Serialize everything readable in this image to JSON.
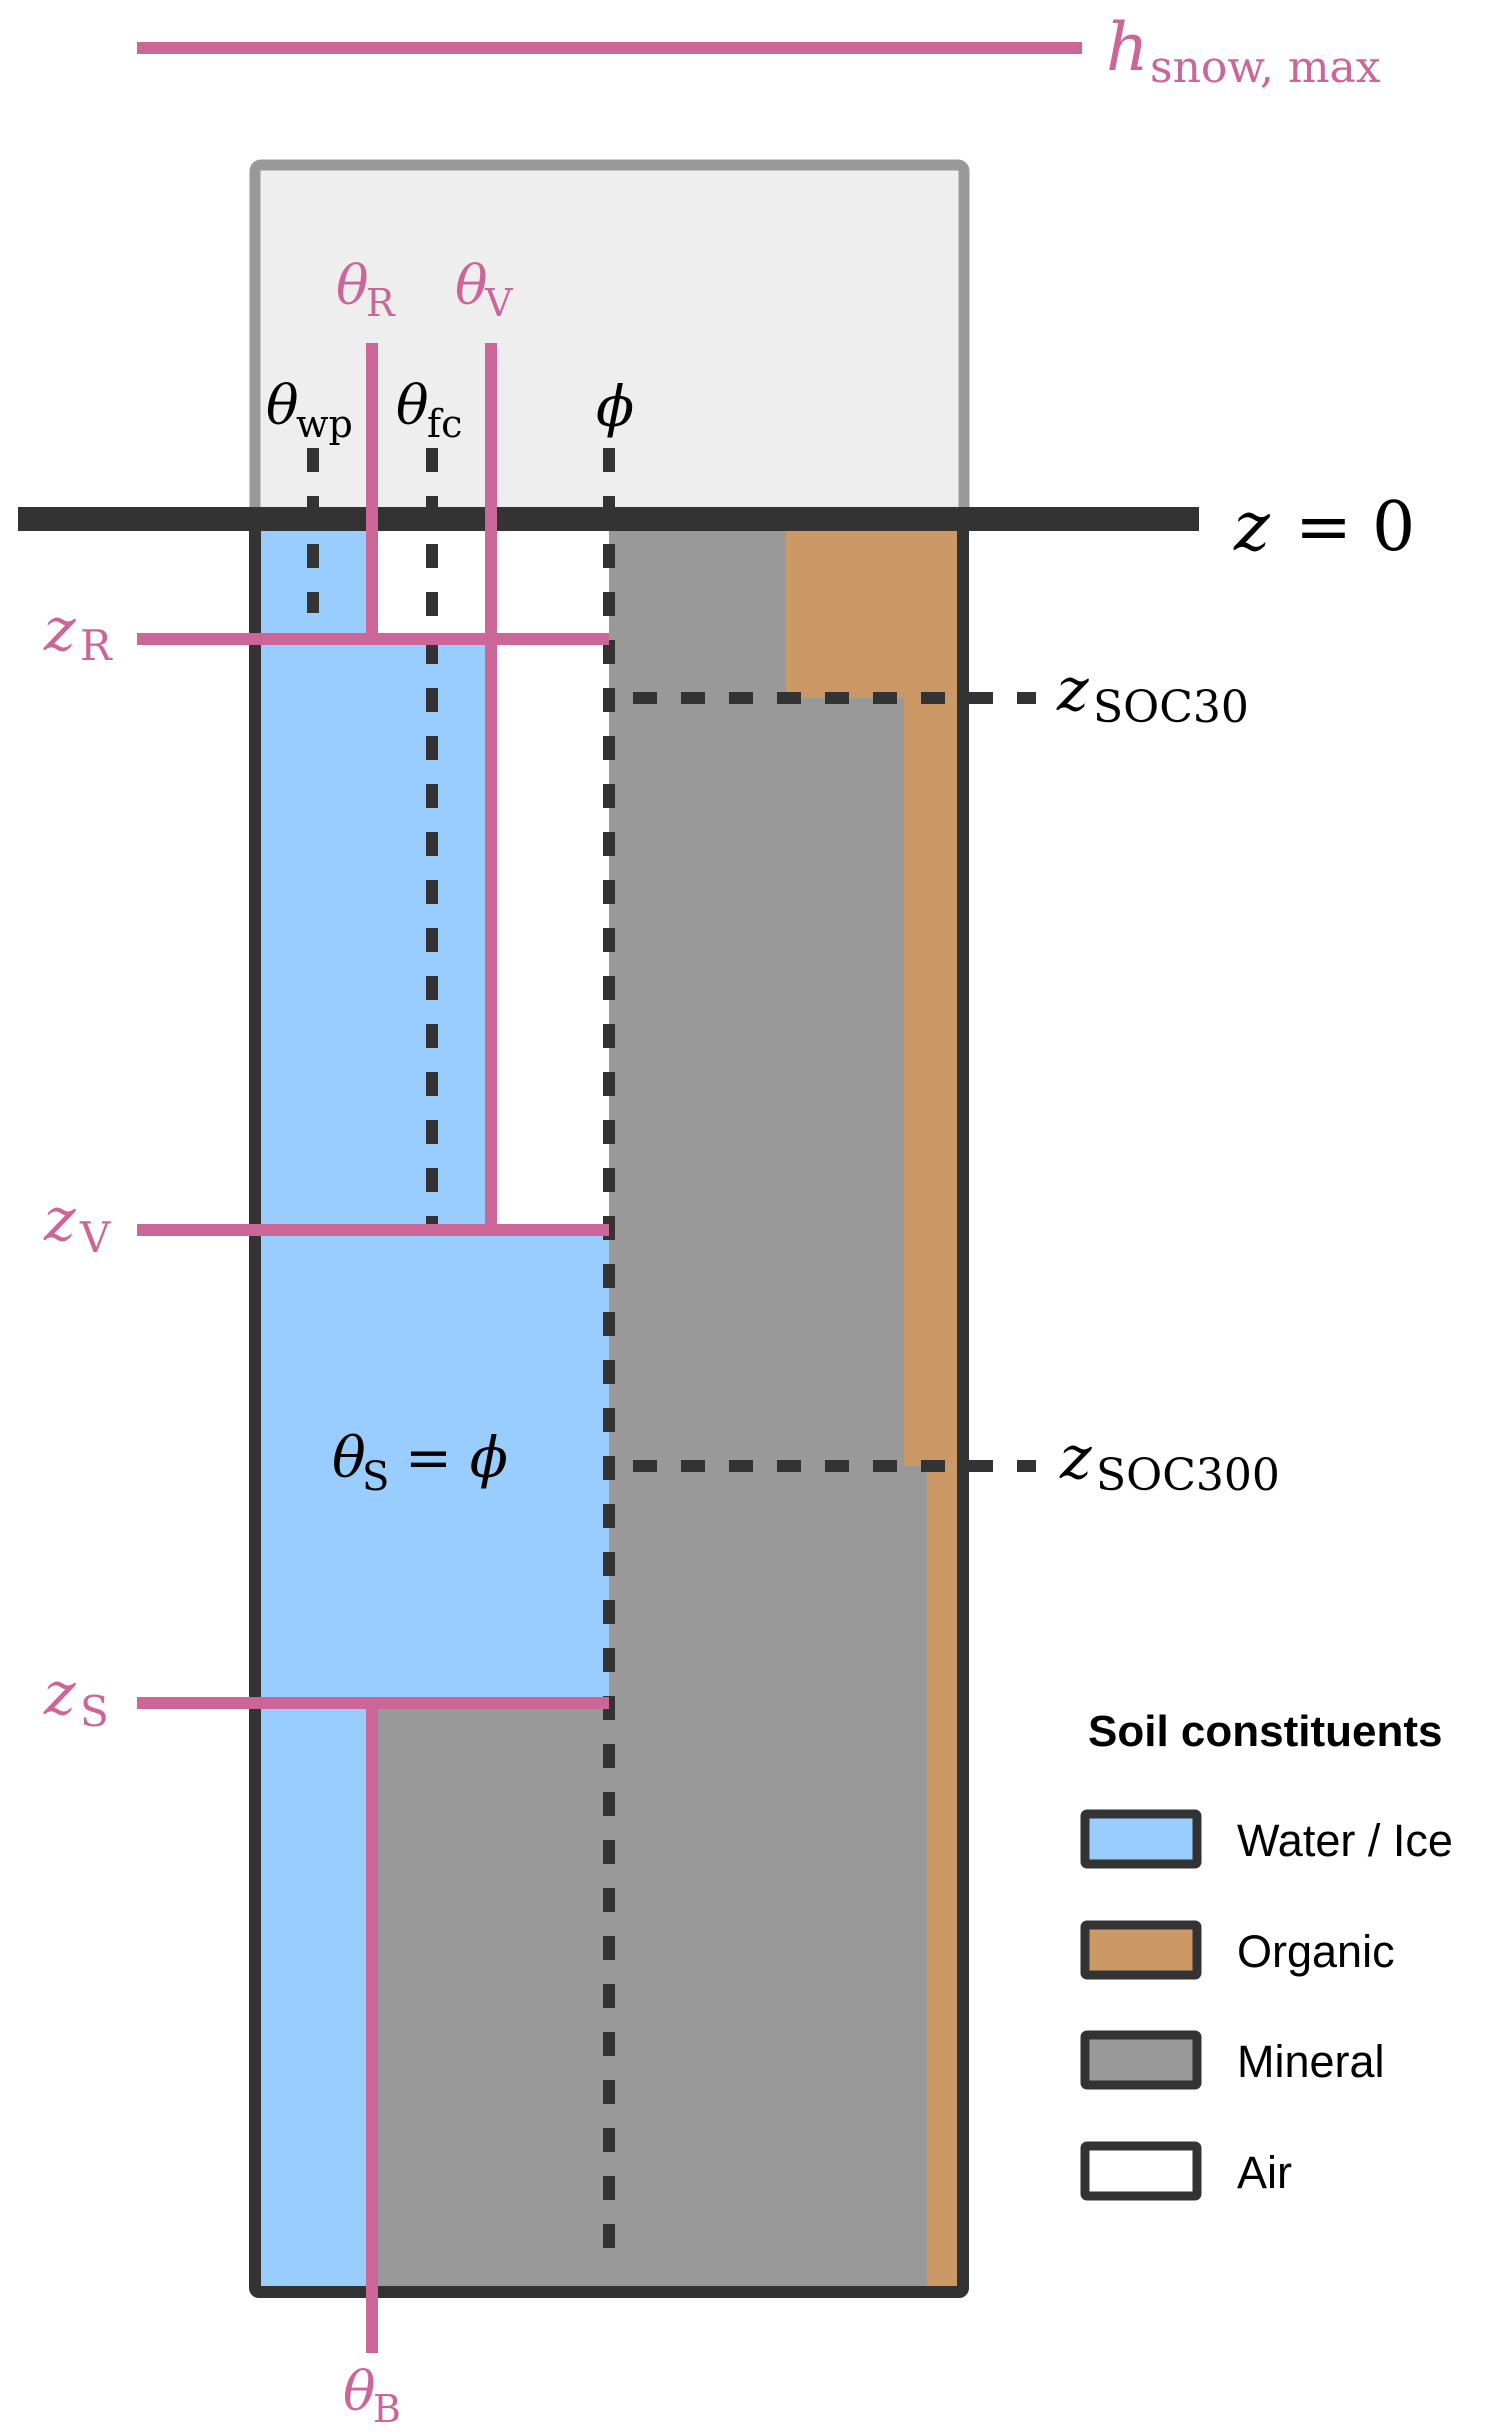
{
  "diagram": {
    "title": "Soil column schematic with water-content thresholds",
    "colors": {
      "water_ice": "#99CCFF",
      "organic": "#CC9966",
      "mineral": "#999999",
      "air": "#FFFFFF",
      "snow": "#EEEEEE",
      "snow_border": "#999999",
      "outline": "#333333",
      "parameter_pink": "#CC6699"
    },
    "labels": {
      "snow_max": {
        "base": "h",
        "sub": "snow, max"
      },
      "surface": {
        "text": "z = 0",
        "var": "z",
        "eq": "=",
        "value": "0"
      },
      "theta_R": {
        "base": "θ",
        "sub": "R"
      },
      "theta_V": {
        "base": "θ",
        "sub": "V"
      },
      "theta_wp": {
        "base": "θ",
        "sub": "wp"
      },
      "theta_fc": {
        "base": "θ",
        "sub": "fc"
      },
      "phi": {
        "base": "ϕ"
      },
      "theta_B": {
        "base": "θ",
        "sub": "B"
      },
      "theta_S_eq_phi": {
        "base": "θ",
        "sub": "S",
        "rest": "= ϕ"
      },
      "z_R": {
        "base": "z",
        "sub": "R"
      },
      "z_V": {
        "base": "z",
        "sub": "V"
      },
      "z_S": {
        "base": "z",
        "sub": "S"
      },
      "z_SOC30": {
        "base": "z",
        "sub": "SOC30"
      },
      "z_SOC300": {
        "base": "z",
        "sub": "SOC300"
      }
    },
    "legend": {
      "title": "Soil constituents",
      "items": [
        {
          "label": "Water / Ice",
          "color": "#99CCFF"
        },
        {
          "label": "Organic",
          "color": "#CC9966"
        },
        {
          "label": "Mineral",
          "color": "#999999"
        },
        {
          "label": "Air",
          "color": "#FFFFFF"
        }
      ]
    }
  }
}
